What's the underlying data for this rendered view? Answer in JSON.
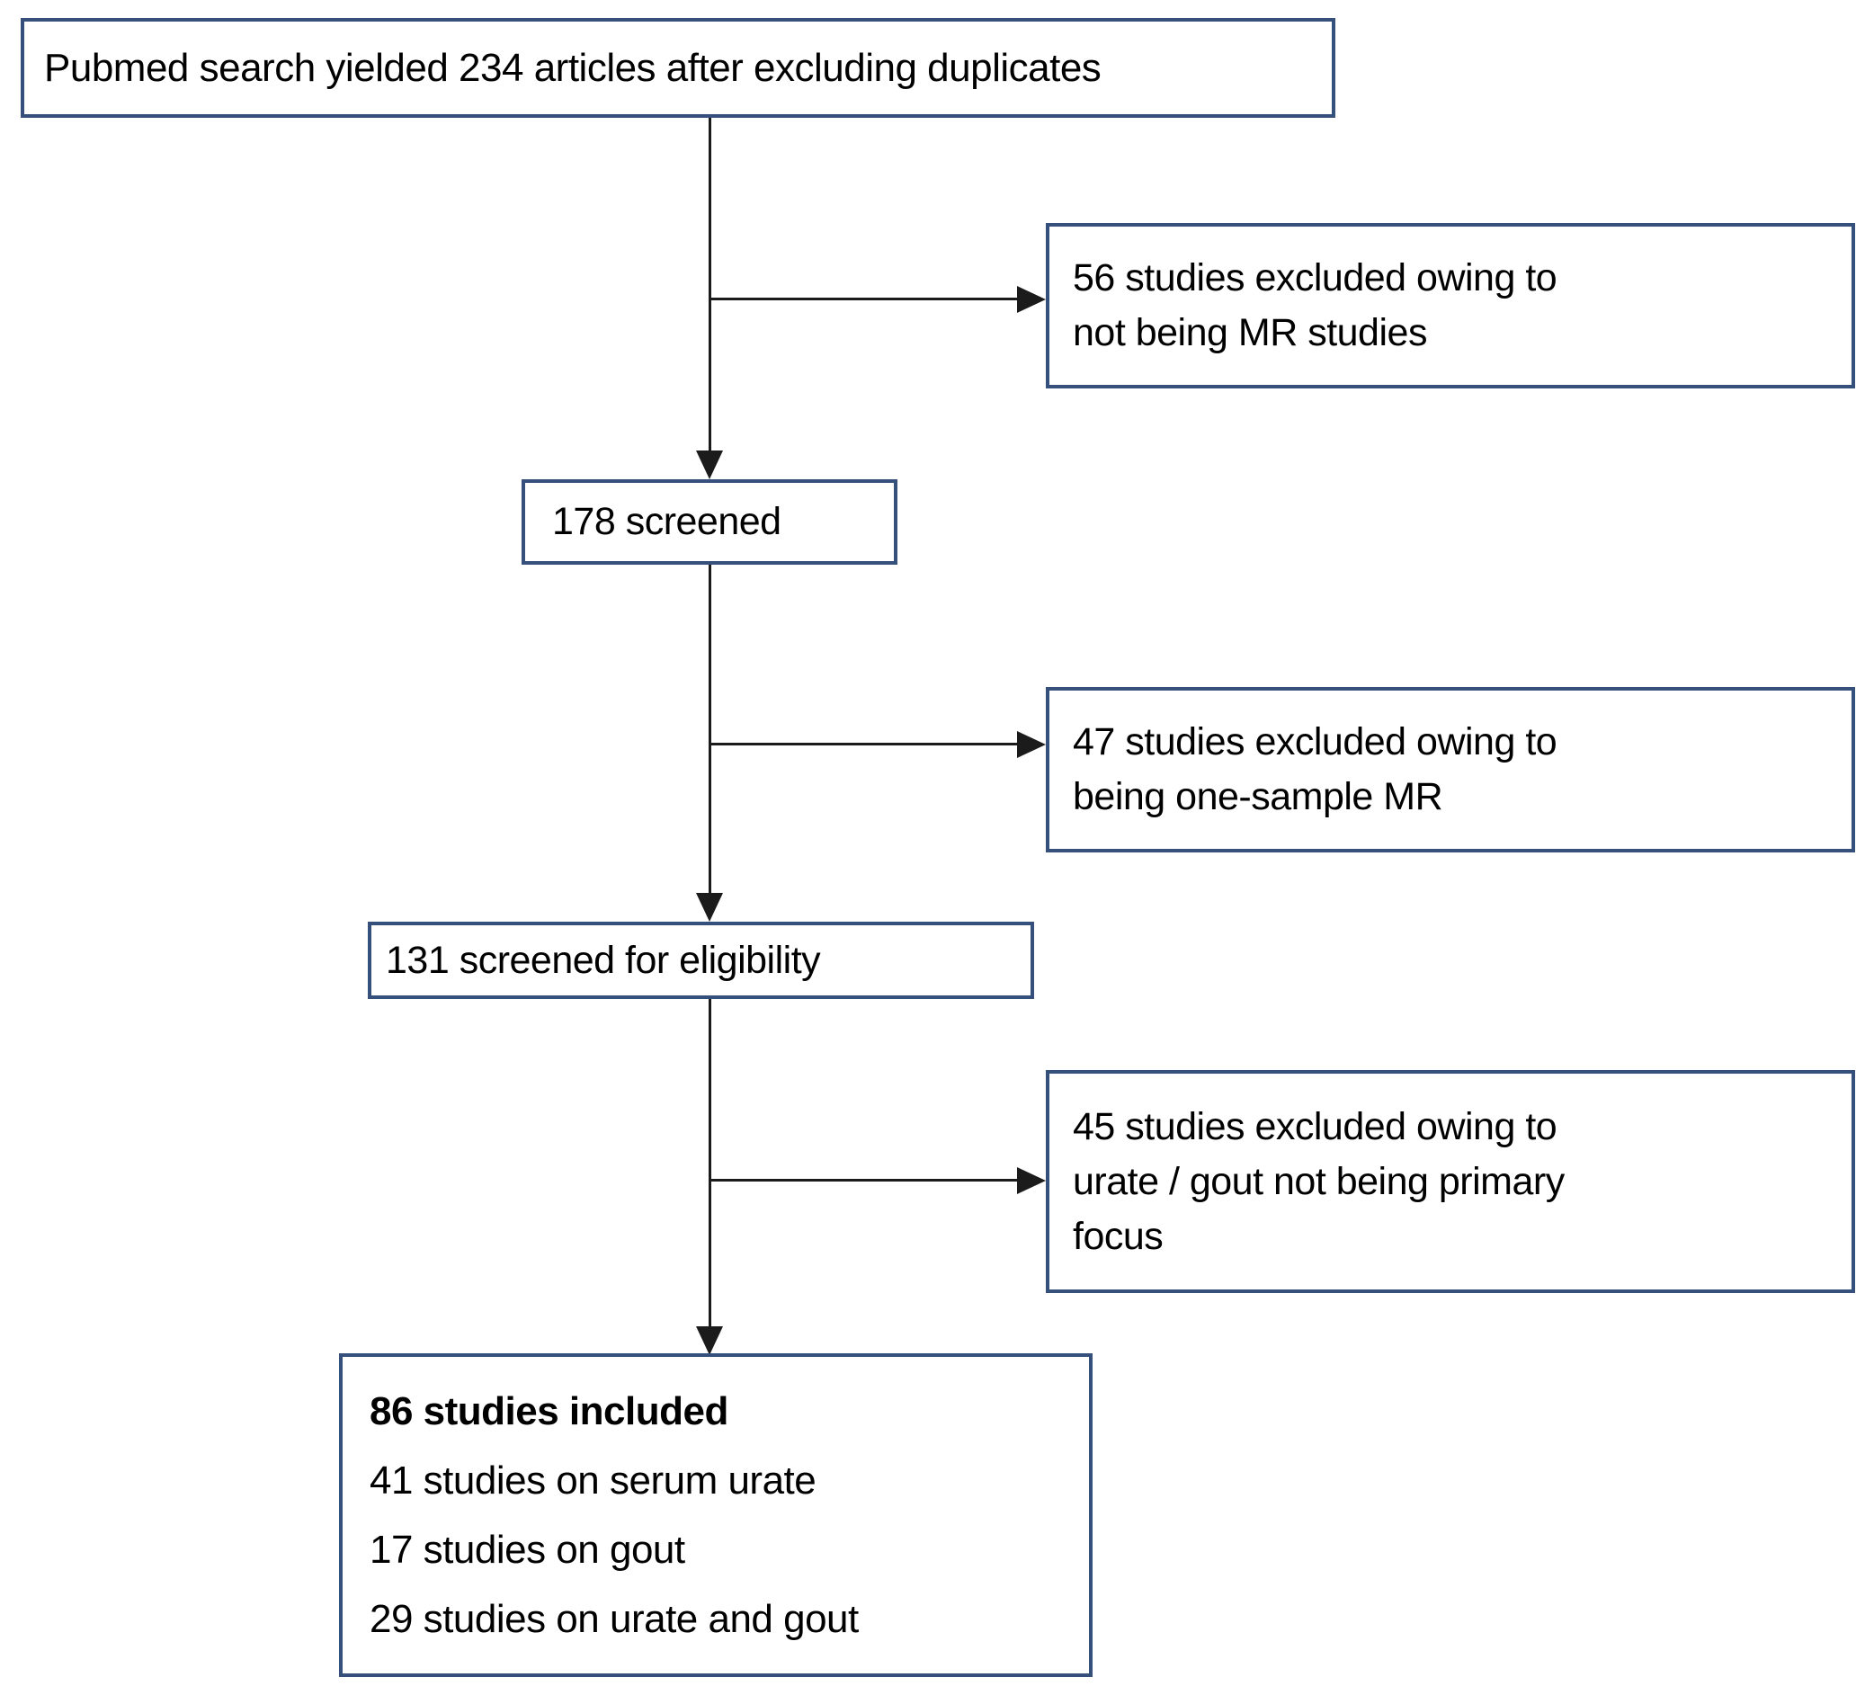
{
  "nodes": {
    "start": {
      "text": "Pubmed search yielded 234 articles after excluding duplicates"
    },
    "excluded_not_mr": {
      "lines": [
        "56 studies excluded owing to",
        "not being MR studies"
      ]
    },
    "screened": {
      "text": "178 screened"
    },
    "excluded_one_sample": {
      "lines": [
        "47 studies excluded owing to",
        "being one-sample MR"
      ]
    },
    "eligibility": {
      "text": "131 screened for eligibility"
    },
    "excluded_not_primary": {
      "lines": [
        "45 studies excluded owing to",
        "urate / gout not being primary",
        "focus"
      ]
    },
    "included": {
      "title": "86 studies included",
      "items": [
        "41 studies on serum urate",
        "17 studies on gout",
        "29 studies on urate and gout"
      ]
    }
  },
  "colors": {
    "box_border": "#35507a",
    "connector": "#1b1b1b",
    "text": "#000000",
    "background": "#ffffff"
  }
}
